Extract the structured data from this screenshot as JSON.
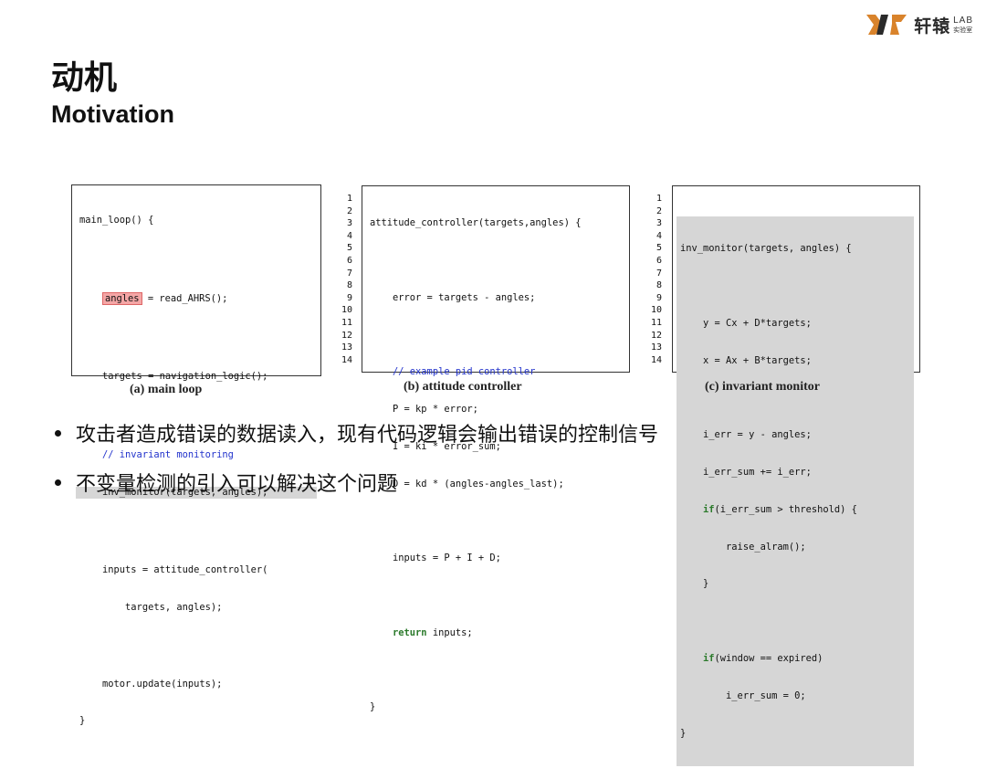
{
  "logo": {
    "name_cn": "轩辕",
    "lab": "LAB",
    "lab_sub": "实验室"
  },
  "title_cn": "动机",
  "title_en": "Motivation",
  "panels": {
    "main_loop": {
      "caption": "(a) main loop",
      "lines": [
        "main_loop() {",
        "",
        "",
        "",
        "    targets = navigation_logic();",
        "",
        "",
        "    inv_monitor(targets, angles);",
        "",
        "    inputs = attitude_controller(",
        "        targets, angles);",
        "",
        "    motor.update(inputs);",
        "}"
      ],
      "highlight_var": "angles",
      "read_rest": " = read_AHRS();",
      "comment": "    // invariant monitoring"
    },
    "attitude": {
      "caption": "(b) attitude controller",
      "line_numbers": [
        "1",
        "2",
        "3",
        "4",
        "5",
        "6",
        "7",
        "8",
        "9",
        "10",
        "11",
        "12",
        "13",
        "14"
      ],
      "lines": [
        "attitude_controller(targets,angles) {",
        "",
        "    error = targets - angles;",
        "",
        "",
        "    P = kp * error;",
        "    I = ki * error_sum;",
        "    D = kd * (angles-angles_last);",
        "",
        "    inputs = P + I + D;",
        "",
        "",
        "",
        "}"
      ],
      "comment": "    // example pid controller",
      "return_kw": "return",
      "return_rest": " inputs;"
    },
    "invariant": {
      "caption": "(c) invariant monitor",
      "line_numbers": [
        "1",
        "2",
        "3",
        "4",
        "5",
        "6",
        "7",
        "8",
        "9",
        "10",
        "11",
        "12",
        "13",
        "14"
      ],
      "lines": [
        "inv_monitor(targets, angles) {",
        "",
        "    y = Cx + D*targets;",
        "    x = Ax + B*targets;",
        "",
        "    i_err = y - angles;",
        "    i_err_sum += i_err;",
        "",
        "        raise_alram();",
        "    }",
        "",
        "",
        "        i_err_sum = 0;",
        "}"
      ],
      "if1_rest": "(i_err_sum > threshold) {",
      "if2_rest": "(window == expired)",
      "if_kw": "if"
    }
  },
  "bullets": [
    "攻击者造成错误的数据读入，现有代码逻辑会输出错误的控制信号",
    "不变量检测的引入可以解决这个问题"
  ],
  "colors": {
    "highlight_var": "#f4a6a6",
    "highlight_row": "#d6d6d6",
    "keyword": "#2b7a2b",
    "comment": "#2233cc",
    "logo": "#d9832b"
  }
}
